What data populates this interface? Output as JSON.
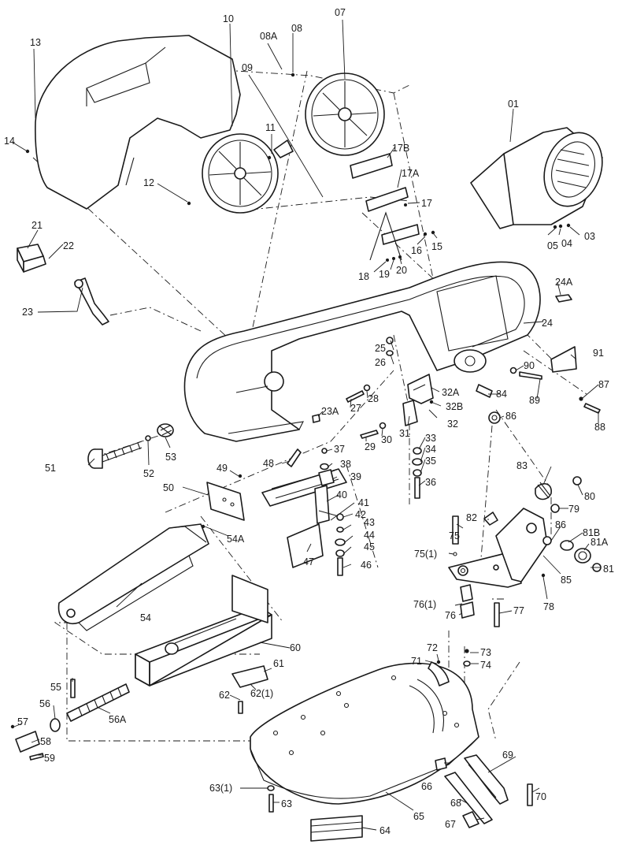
{
  "labels": {
    "p01": "01",
    "p03": "03",
    "p04": "04",
    "p05": "05",
    "p07": "07",
    "p08": "08",
    "p08a": "08A",
    "p09": "09",
    "p10": "10",
    "p11": "11",
    "p12": "12",
    "p13": "13",
    "p14": "14",
    "p15": "15",
    "p16": "16",
    "p17": "17",
    "p17a": "17A",
    "p17b": "17B",
    "p18": "18",
    "p19": "19",
    "p20": "20",
    "p21": "21",
    "p22": "22",
    "p23": "23",
    "p23a": "23A",
    "p24": "24",
    "p24a": "24A",
    "p25": "25",
    "p26": "26",
    "p27": "27",
    "p28": "28",
    "p29": "29",
    "p30": "30",
    "p31": "31",
    "p32": "32",
    "p32a": "32A",
    "p32b": "32B",
    "p33": "33",
    "p34": "34",
    "p35": "35",
    "p36": "36",
    "p37": "37",
    "p38": "38",
    "p39": "39",
    "p40": "40",
    "p41": "41",
    "p42": "42",
    "p43": "43",
    "p44": "44",
    "p45": "45",
    "p46": "46",
    "p47": "47",
    "p48": "48",
    "p49": "49",
    "p50": "50",
    "p51": "51",
    "p52": "52",
    "p53": "53",
    "p54": "54",
    "p54a": "54A",
    "p55": "55",
    "p56": "56",
    "p56a": "56A",
    "p57": "57",
    "p58": "58",
    "p59": "59",
    "p60": "60",
    "p61": "61",
    "p62": "62",
    "p62_1": "62(1)",
    "p63": "63",
    "p63_1": "63(1)",
    "p64": "64",
    "p65": "65",
    "p66": "66",
    "p67": "67",
    "p68": "68",
    "p69": "69",
    "p70": "70",
    "p71": "71",
    "p72": "72",
    "p73": "73",
    "p74": "74",
    "p75": "75",
    "p75_1": "75(1)",
    "p76": "76",
    "p76_1": "76(1)",
    "p77": "77",
    "p78": "78",
    "p79": "79",
    "p80": "80",
    "p81a": "81A",
    "p81b": "81B",
    "p81": "81",
    "p82": "82",
    "p83": "83",
    "p84": "84",
    "p85": "85",
    "p86a": "86",
    "p86b": "86",
    "p87": "87",
    "p88": "88",
    "p89": "89",
    "p90": "90",
    "p91": "91"
  }
}
